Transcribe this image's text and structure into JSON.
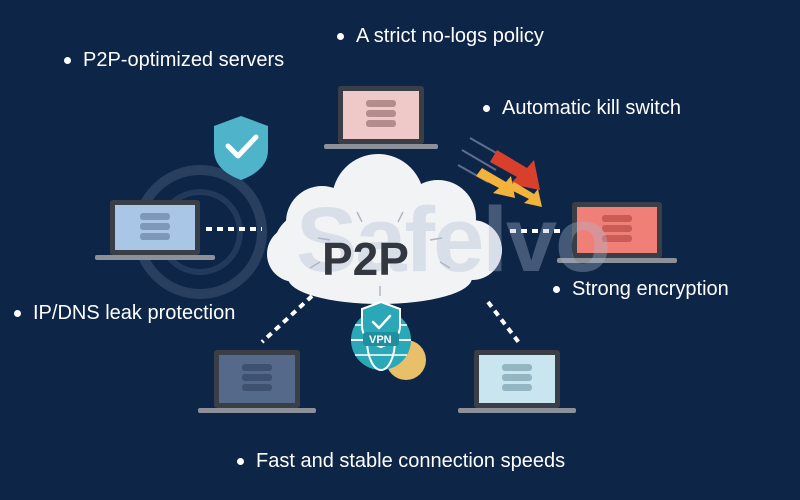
{
  "features": [
    "A strict no-logs policy",
    "P2P-optimized servers",
    "Automatic kill switch",
    "Strong encryption",
    "IP/DNS leak protection",
    "Fast and stable connection speeds"
  ],
  "center_label": "P2P",
  "vpn_badge_label": "VPN",
  "watermark_text": "Safelvo",
  "colors": {
    "background": "#0d2547",
    "shield": "#4fb3c9",
    "cloud": "#f2f3f5",
    "arrow_red": "#d9402b",
    "arrow_yellow": "#f2b33d"
  },
  "icons": [
    "laptop-icon",
    "shield-check-icon",
    "vpn-globe-icon",
    "cloud-icon",
    "arrow-icon"
  ]
}
